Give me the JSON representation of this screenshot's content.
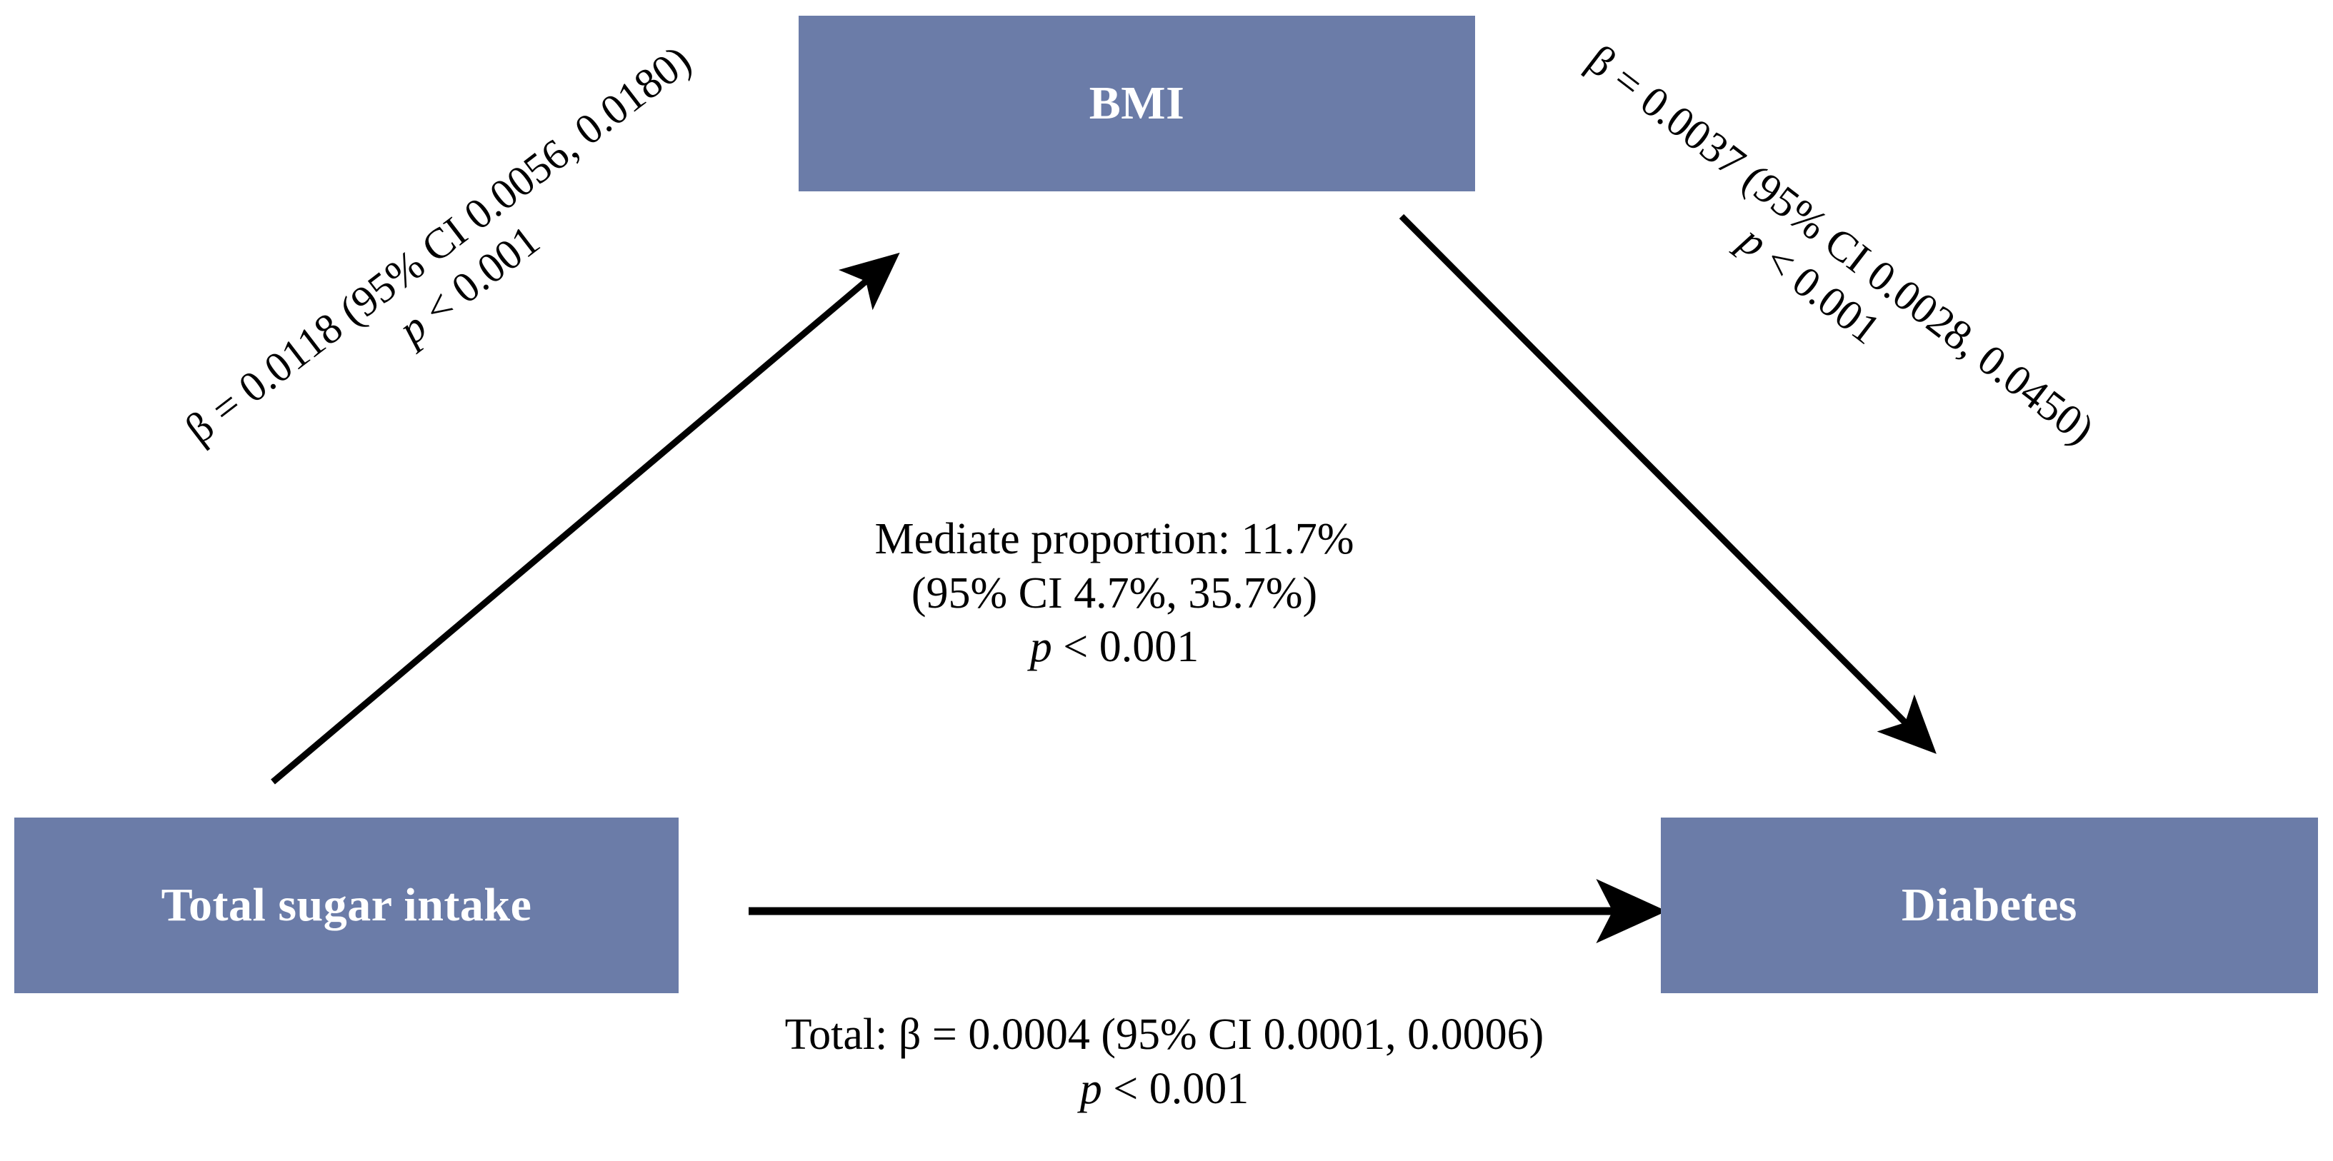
{
  "figure": {
    "type": "mediation-path-diagram",
    "background_color": "#ffffff",
    "node_fill_color": "#6B7CA8",
    "node_text_color": "#ffffff",
    "arrow_color": "#000000"
  },
  "nodes": {
    "exposure": {
      "label": "Total sugar intake"
    },
    "mediator": {
      "label": "BMI"
    },
    "outcome": {
      "label": "Diabetes"
    }
  },
  "paths": {
    "a_path": {
      "from": "Total sugar intake",
      "to": "BMI",
      "coefficient_line": "β = 0.0118 (95% CI 0.0056, 0.0180)",
      "p_operator": "< 0.001",
      "p_symbol": "p",
      "beta": 0.0118,
      "ci_low": 0.0056,
      "ci_high": 0.018
    },
    "b_path": {
      "from": "BMI",
      "to": "Diabetes",
      "coefficient_line": "β = 0.0037 (95% CI 0.0028, 0.0450)",
      "p_operator": "< 0.001",
      "p_symbol": "p",
      "beta": 0.0037,
      "ci_low": 0.0028,
      "ci_high": 0.045
    },
    "direct_path": {
      "from": "Total sugar intake",
      "to": "Diabetes",
      "line1": "Total: β = 0.0004 (95% CI 0.0001, 0.0006)",
      "p_operator": "< 0.001",
      "p_symbol": "p",
      "beta": 0.0004,
      "ci_low": 0.0001,
      "ci_high": 0.0006
    }
  },
  "mediation": {
    "line1": "Mediate proportion: 11.7%",
    "line2": "(95% CI 4.7%, 35.7%)",
    "p_operator": "< 0.001",
    "p_symbol": "p",
    "proportion_percent": 11.7,
    "ci_low_percent": 4.7,
    "ci_high_percent": 35.7
  },
  "chart_data": {
    "type": "diagram",
    "title": "",
    "nodes": [
      "Total sugar intake",
      "BMI",
      "Diabetes"
    ],
    "edges": [
      {
        "source": "Total sugar intake",
        "target": "BMI",
        "beta": 0.0118,
        "ci": [
          0.0056,
          0.018
        ],
        "p": "< 0.001"
      },
      {
        "source": "BMI",
        "target": "Diabetes",
        "beta": 0.0037,
        "ci": [
          0.0028,
          0.045
        ],
        "p": "< 0.001"
      },
      {
        "source": "Total sugar intake",
        "target": "Diabetes",
        "label": "Total",
        "beta": 0.0004,
        "ci": [
          0.0001,
          0.0006
        ],
        "p": "< 0.001"
      }
    ],
    "annotations": [
      {
        "text": "Mediate proportion: 11.7%",
        "value": 11.7,
        "ci": [
          4.7,
          35.7
        ],
        "p": "< 0.001"
      }
    ]
  }
}
